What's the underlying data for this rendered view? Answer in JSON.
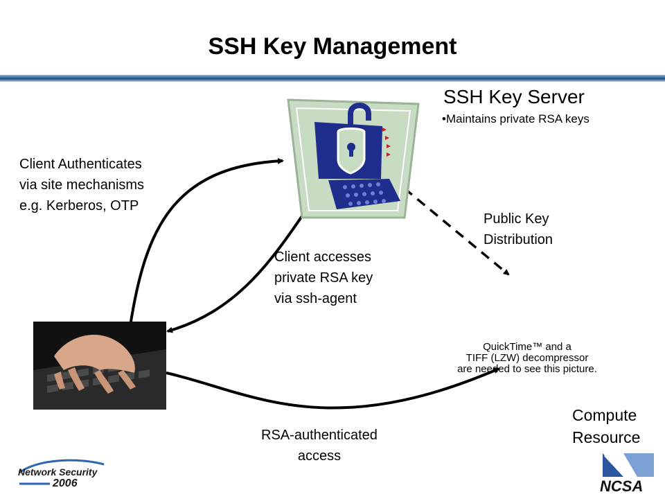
{
  "title": "SSH Key Management",
  "server": {
    "title": "SSH Key Server",
    "bullet": "•Maintains private RSA keys"
  },
  "labels": {
    "auth": [
      "Client Authenticates",
      "via site mechanisms",
      "e.g. Kerberos, OTP"
    ],
    "access": [
      "Client accesses",
      "private RSA key",
      "via ssh-agent"
    ],
    "pubkey": [
      "Public Key",
      "Distribution"
    ],
    "rsa": [
      "RSA-authenticated",
      "access"
    ],
    "compute": [
      "Compute",
      "Resource"
    ]
  },
  "placeholder": [
    "QuickTime™ and a",
    "TIFF (LZW) decompressor",
    "are needed to see this picture."
  ],
  "logos": {
    "network_security_line1": "Network Security",
    "network_security_line2": "2006",
    "ncsa": "NCSA"
  },
  "colors": {
    "server_frame": "#c8dcc4",
    "monitor_blue": "#1f2e8c",
    "arrow": "#000000",
    "divider": "#1f4f80"
  }
}
